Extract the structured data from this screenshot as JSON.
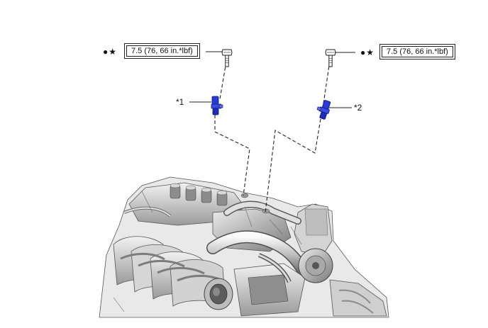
{
  "torque_specs": [
    {
      "marks": "●★",
      "value": "7.5 (76, 66 in.*lbf)"
    },
    {
      "marks": "●★",
      "value": "7.5 (76, 66 in.*lbf)"
    }
  ],
  "callouts": [
    {
      "label": "*1"
    },
    {
      "label": "*2"
    }
  ],
  "colors": {
    "sensor": "#2a3ad8",
    "sensor_dark": "#1a2290",
    "line": "#222222",
    "engine_light": "#e6e6e6",
    "engine_mid": "#b8b8b8",
    "engine_dark": "#6e6e6e"
  }
}
